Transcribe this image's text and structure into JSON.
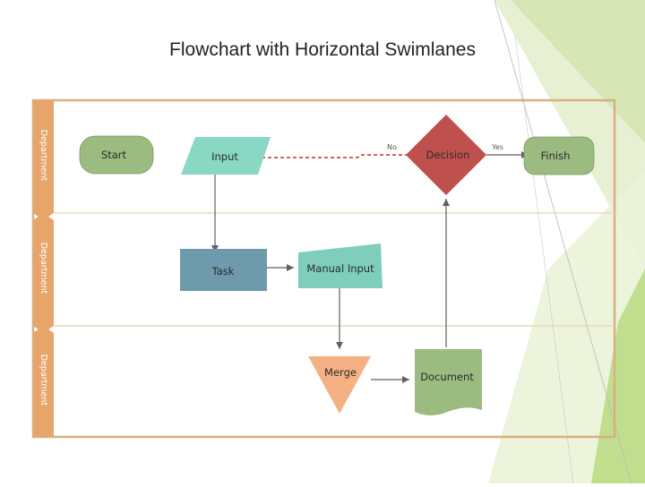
{
  "title": "Flowchart with Horizontal Swimlanes",
  "lanes": [
    {
      "label": "Department"
    },
    {
      "label": "Department"
    },
    {
      "label": "Department"
    }
  ],
  "nodes": {
    "start": {
      "label": "Start",
      "shape": "terminator",
      "color": "#9bbb80"
    },
    "input": {
      "label": "Input",
      "shape": "data",
      "color": "#88d8c4"
    },
    "decision": {
      "label": "Decision",
      "shape": "decision",
      "color": "#c0504d"
    },
    "finish": {
      "label": "Finish",
      "shape": "terminator",
      "color": "#9bbb80"
    },
    "task": {
      "label": "Task",
      "shape": "process",
      "color": "#6e9aac"
    },
    "manual_input": {
      "label": "Manual Input",
      "shape": "manual-input",
      "color": "#7fcdbb"
    },
    "merge": {
      "label": "Merge",
      "shape": "merge",
      "color": "#f4b183"
    },
    "document": {
      "label": "Document",
      "shape": "document",
      "color": "#9bbb80"
    }
  },
  "edges": [
    {
      "from": "decision",
      "to": "input",
      "label": "No",
      "style": "dashed"
    },
    {
      "from": "decision",
      "to": "finish",
      "label": "Yes",
      "style": "solid"
    },
    {
      "from": "input",
      "to": "task",
      "label": "",
      "style": "solid"
    },
    {
      "from": "task",
      "to": "manual_input",
      "label": "",
      "style": "solid"
    },
    {
      "from": "manual_input",
      "to": "merge",
      "label": "",
      "style": "solid"
    },
    {
      "from": "merge",
      "to": "document",
      "label": "",
      "style": "solid"
    },
    {
      "from": "document",
      "to": "decision",
      "label": "",
      "style": "solid"
    }
  ],
  "colors": {
    "lane_border": "#d6b07f",
    "lane_tab": "#e6a66b",
    "accent_green": "#8fc04f",
    "dashed_arrow": "#c0504d"
  }
}
